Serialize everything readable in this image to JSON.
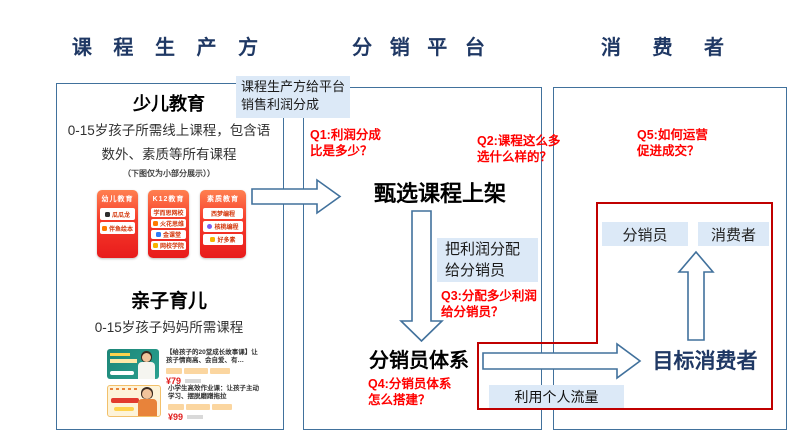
{
  "colors": {
    "navy": "#1f3864",
    "border-blue": "#41719c",
    "light-blue": "#dce9f7",
    "red": "#ff0000",
    "dark-red": "#c00000"
  },
  "headers": {
    "producer": "课 程 生 产 方",
    "platform": "分 销 平 台",
    "consumer": "消 费 者"
  },
  "callout": {
    "text": "课程生产方给平台销售利润分成"
  },
  "producer": {
    "title1": "少儿教育",
    "desc1": "0-15岁孩子所需线上课程，包含语\n数外、素质等所有课程",
    "note": "（下图仅为小部分展示））",
    "cards": [
      {
        "title": "幼儿教育",
        "apps": [
          "瓜瓜龙",
          "伴鱼绘本"
        ]
      },
      {
        "title": "K12教育",
        "apps": [
          "学而思网校",
          "火花思维",
          "金课堂",
          "网校学院"
        ]
      },
      {
        "title": "素质教育",
        "apps": [
          "西梦编程",
          "核桃编程",
          "好多素"
        ]
      }
    ],
    "title2": "亲子育儿",
    "desc2": "0-15岁孩子妈妈所需课程",
    "courses": [
      {
        "title": "【给孩子的20堂成长故事课】让孩子情商高、会自爱、有…",
        "price": "¥79"
      },
      {
        "title": "小学生高效作业课：让孩子主动学习、摆脱磨蹭拖拉",
        "price": "¥99"
      }
    ]
  },
  "platform": {
    "q1": "Q1:利润分成\n比是多少？",
    "step1": "甄选课程上架",
    "q2": "Q2:课程这么多\n选什么样的？",
    "profit_box": "把利润分配\n给分销员",
    "q3": "Q3:分配多少利润\n给分销员？",
    "step2": "分销员体系",
    "q4": "Q4:分销员体系\n怎么搭建？"
  },
  "consumer": {
    "q5": "Q5:如何运营\n促进成交？",
    "distributor": "分销员",
    "consumer": "消费者",
    "target": "目标消费者",
    "traffic": "利用个人流量"
  }
}
